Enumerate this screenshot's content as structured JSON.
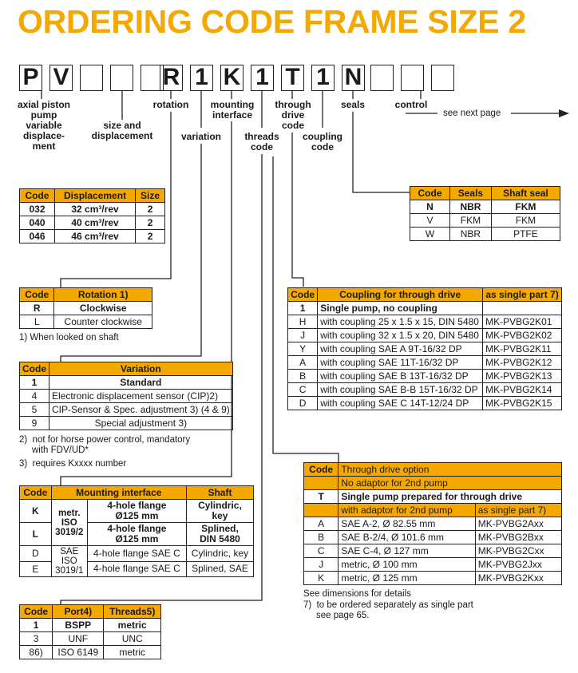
{
  "title": "ORDERING CODE FRAME SIZE 2",
  "code_boxes": [
    "P",
    "V",
    "",
    "",
    "",
    "R",
    "1",
    "K",
    "1",
    "T",
    "1",
    "N",
    "",
    "",
    ""
  ],
  "labels": {
    "pump": "axial piston\npump\nvariable\ndisplace-\nment",
    "size": "size and\ndisplacement",
    "rotation": "rotation",
    "variation": "variation",
    "mounting": "mounting\ninterface",
    "threads": "threads\ncode",
    "through": "through\ndrive\ncode",
    "coupling": "coupling\ncode",
    "seals": "seals",
    "control": "control",
    "see_next": "see next page"
  },
  "size_table": {
    "headers": [
      "Code",
      "Displacement",
      "Size"
    ],
    "rows": [
      [
        "032",
        "32 cm³/rev",
        "2"
      ],
      [
        "040",
        "40 cm³/rev",
        "2"
      ],
      [
        "046",
        "46 cm³/rev",
        "2"
      ]
    ]
  },
  "seals_table": {
    "headers": [
      "Code",
      "Seals",
      "Shaft seal"
    ],
    "rows": [
      [
        "N",
        "NBR",
        "FKM"
      ],
      [
        "V",
        "FKM",
        "FKM"
      ],
      [
        "W",
        "NBR",
        "PTFE"
      ]
    ]
  },
  "rotation_table": {
    "headers": [
      "Code",
      "Rotation 1)"
    ],
    "rows": [
      [
        "R",
        "Clockwise"
      ],
      [
        "L",
        "Counter clockwise"
      ]
    ],
    "footnote": "1) When looked on shaft"
  },
  "variation_table": {
    "headers": [
      "Code",
      "Variation"
    ],
    "rows": [
      [
        "1",
        "Standard"
      ],
      [
        "4",
        "Electronic displacement sensor (CIP)2)"
      ],
      [
        "5",
        "CIP-Sensor & Spec. adjustment 3) (4 & 9)"
      ],
      [
        "9",
        "Special adjustment 3)"
      ]
    ],
    "footnote1": "2)  not for horse power control, mandatory\n     with FDV/UD*",
    "footnote2": "3)  requires Kxxxx number"
  },
  "mounting_table": {
    "headers": [
      "Code",
      "Mounting interface",
      "Shaft"
    ],
    "rows": [
      [
        "K",
        "metr.\nISO\n3019/2",
        "4-hole flange\nØ125 mm",
        "Cylindric,\nkey"
      ],
      [
        "L",
        "",
        "4-hole flange\nØ125 mm",
        "Splined,\nDIN 5480"
      ],
      [
        "D",
        "SAE\nISO\n3019/1",
        "4-hole flange SAE C",
        "Cylindric, key"
      ],
      [
        "E",
        "",
        "4-hole flange SAE C",
        "Splined, SAE"
      ]
    ]
  },
  "threads_table": {
    "headers": [
      "Code",
      "Port4)",
      "Threads5)"
    ],
    "rows": [
      [
        "1",
        "BSPP",
        "metric"
      ],
      [
        "3",
        "UNF",
        "UNC"
      ],
      [
        "86)",
        "ISO 6149",
        "metric"
      ]
    ]
  },
  "coupling_table": {
    "headers": [
      "Code",
      "Coupling for through drive",
      "as single part 7)"
    ],
    "rows": [
      [
        "1",
        "Single pump, no coupling",
        ""
      ],
      [
        "H",
        "with coupling 25 x 1.5 x 15, DIN 5480",
        "MK-PVBG2K01"
      ],
      [
        "J",
        "with coupling 32 x 1.5 x 20, DIN 5480",
        "MK-PVBG2K02"
      ],
      [
        "Y",
        "with coupling SAE A 9T-16/32 DP",
        "MK-PVBG2K11"
      ],
      [
        "A",
        "with coupling SAE 11T-16/32 DP",
        "MK-PVBG2K12"
      ],
      [
        "B",
        "with coupling SAE B 13T-16/32 DP",
        "MK-PVBG2K13"
      ],
      [
        "C",
        "with coupling SAE B-B 15T-16/32 DP",
        "MK-PVBG2K14"
      ],
      [
        "D",
        "with coupling SAE C 14T-12/24 DP",
        "MK-PVBG2K15"
      ]
    ]
  },
  "through_table": {
    "headers": [
      "Code",
      "Through drive option"
    ],
    "row_no_adaptor": "No adaptor for 2nd pump",
    "row_T": [
      "T",
      "Single pump prepared for through drive"
    ],
    "sub_headers": [
      "with adaptor for 2nd pump",
      "as single part 7)"
    ],
    "rows": [
      [
        "A",
        "SAE A-2, Ø 82.55 mm",
        "MK-PVBG2Axx"
      ],
      [
        "B",
        "SAE B-2/4, Ø 101.6 mm",
        "MK-PVBG2Bxx"
      ],
      [
        "C",
        "SAE C-4, Ø 127 mm",
        "MK-PVBG2Cxx"
      ],
      [
        "J",
        "metric, Ø 100 mm",
        "MK-PVBG2Jxx"
      ],
      [
        "K",
        "metric, Ø 125 mm",
        "MK-PVBG2Kxx"
      ]
    ],
    "note1": "See dimensions for details",
    "note2": "7)  to be ordered separately as single part\n     see page 65."
  },
  "colors": {
    "accent": "#f5a800",
    "line": "#222222"
  }
}
